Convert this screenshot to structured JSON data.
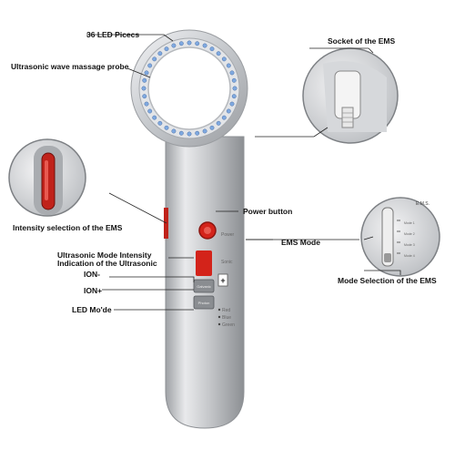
{
  "labels": {
    "led": "36 LED Picecs",
    "probe": "Ultrasonic wave massage probe",
    "socket": "Socket of the EMS",
    "intensity": "Intensity selection of the EMS",
    "power": "Power button",
    "ems_mode": "EMS Mode",
    "ultra_line1": "Ultrasonic Mode Intensity",
    "ultra_line2": "Indication of the Ultrasonic",
    "ion_minus": "ION-",
    "ion_plus": "ION+",
    "led_mode": "LED Mo'de",
    "mode_selection": "Mode Selection of the EMS"
  },
  "device": {
    "power_text": "Power",
    "sonic_text": "Sonic",
    "galvanic_button": "Galvanic",
    "photon_button": "Photon",
    "ems_text": "E.M.S.",
    "mode_list": [
      "Mode 1",
      "Mode 2",
      "Mode 3",
      "Mode 4"
    ],
    "led_colors": [
      "Red",
      "Blue",
      "Green"
    ]
  },
  "colors": {
    "body_silver": "#c9cbce",
    "red_accent": "#d3231a",
    "led_blue": "#7fa9e0"
  }
}
